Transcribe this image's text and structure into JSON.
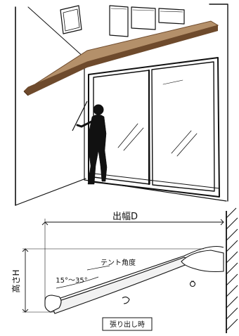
{
  "diagram": {
    "depth_label": "出幅D",
    "height_label": "高さH",
    "angle_label": "テント角度",
    "angle_range": "15°〜35°",
    "state_label": "張り出し時"
  },
  "colors": {
    "awning_top": "#b4906a",
    "awning_edge": "#6e4a2c",
    "line": "#111111",
    "paper": "#ffffff"
  }
}
